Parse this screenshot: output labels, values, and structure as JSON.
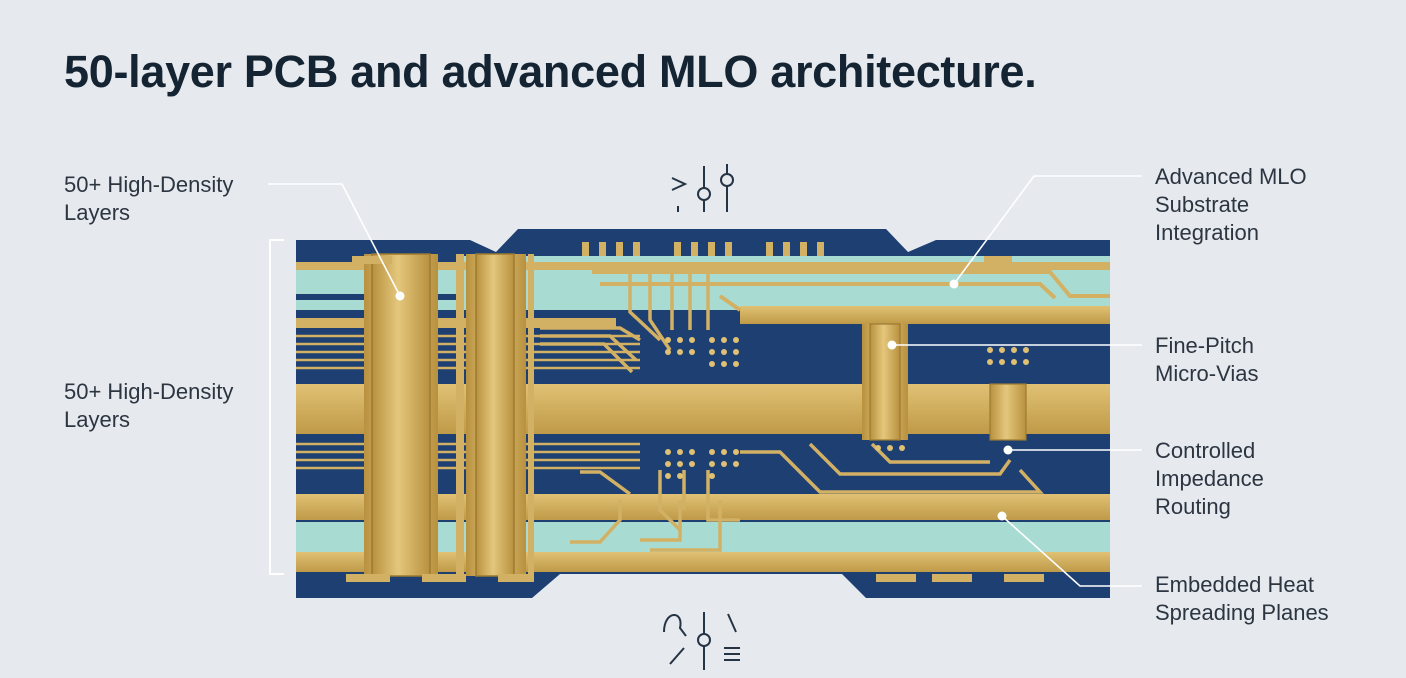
{
  "title": "50-layer PCB and advanced MLO architecture.",
  "labels": {
    "left_top": [
      "50+ High-Density",
      "Layers"
    ],
    "left_middle": [
      "50+ High-Density",
      "Layers"
    ],
    "mlo": [
      "Advanced MLO",
      "Substrate",
      "Integration"
    ],
    "micro_vias": [
      "Fine-Pitch",
      "Micro-Vias"
    ],
    "impedance": [
      "Controlled",
      "Impedance",
      "Routing"
    ],
    "heat": [
      "Embedded Heat",
      "Spreading Planes"
    ]
  },
  "colors": {
    "background": "#e6eaef",
    "substrate_navy": "#1d3f72",
    "dielectric_teal": "#a8dcd2",
    "copper_gold": "#d2b064",
    "copper_dark": "#b08a38",
    "leader_line": "#ffffff"
  },
  "icons": [
    "signal-symbols-top-icon",
    "signal-symbols-bottom-icon"
  ]
}
